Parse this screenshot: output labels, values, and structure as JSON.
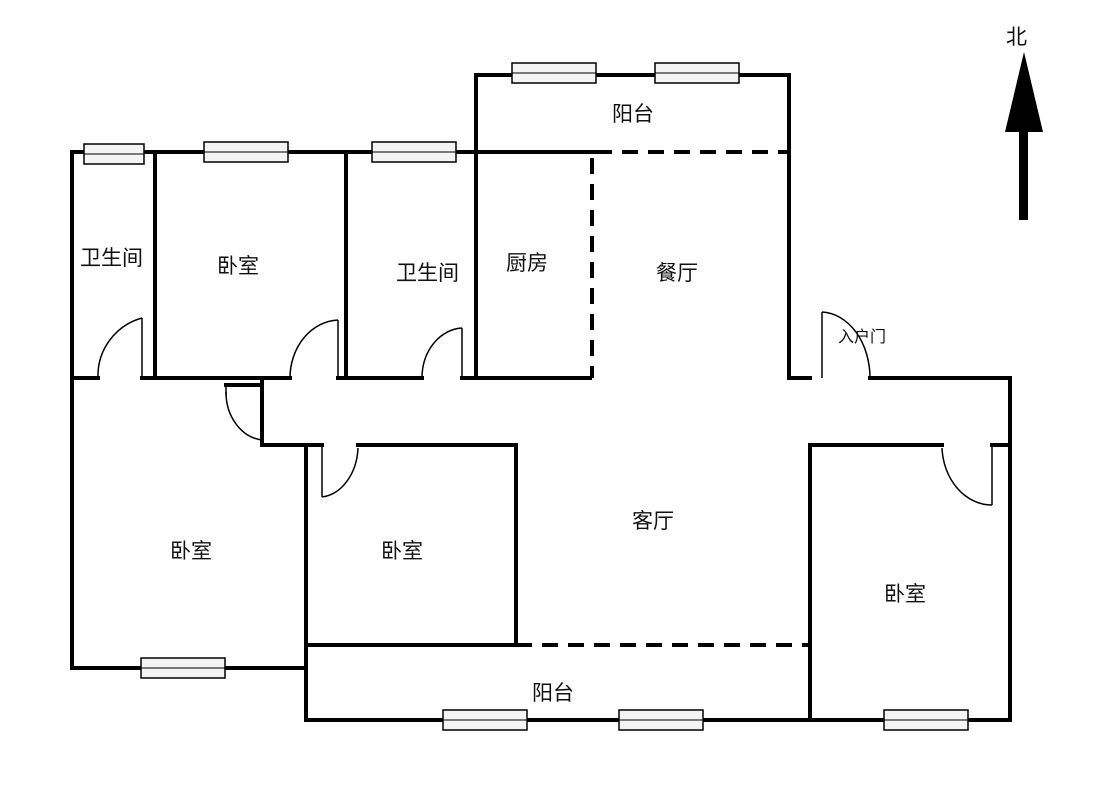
{
  "rooms": {
    "balcony_north": "阳台",
    "bathroom_west": "卫生间",
    "bedroom_nw": "卧室",
    "bathroom_mid": "卫生间",
    "kitchen": "厨房",
    "dining": "餐厅",
    "entrance": "入户门",
    "living": "客厅",
    "bedroom_sw": "卧室",
    "bedroom_mid": "卧室",
    "bedroom_se": "卧室",
    "balcony_south": "阳台"
  },
  "compass": {
    "label": "北",
    "icon": "north-arrow-icon"
  }
}
